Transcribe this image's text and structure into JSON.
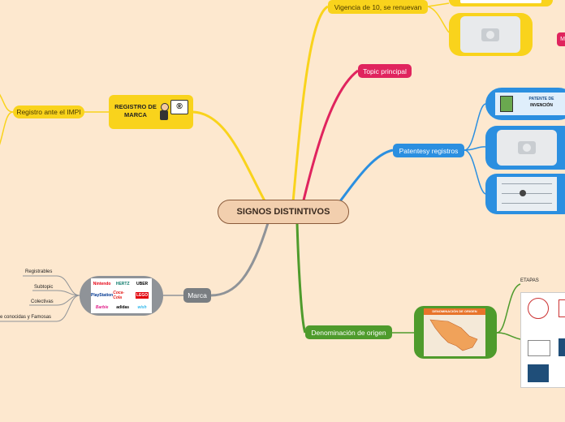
{
  "central": {
    "label": "SIGNOS DISTINTIVOS"
  },
  "topics": {
    "vigencia": "Vigencia de 10, se renuevan",
    "topic_principal": "Topic principal",
    "patentes": "Patentesy registros",
    "denominacion": "Denominación de origen",
    "marca": "Marca",
    "registro_impi": "Registro ante el IMPI"
  },
  "registro_card": {
    "text_line1": "REGISTRO DE",
    "text_line2": "MARCA",
    "symbol": "®"
  },
  "patente_card": {
    "line1": "PATENTE DE",
    "line2": "INVENCIÓN"
  },
  "marca_leaves": [
    "Registrables",
    "Subtopic",
    "Colectivas",
    "e conocidas y Famosas"
  ],
  "brand_logos": [
    "Nintendo",
    "HERTZ",
    "UBER",
    "PlayStation",
    "Coca-Cola",
    "LEGO",
    "Barbie",
    "adidas",
    "wish"
  ],
  "denominacion_card": {
    "title": "DENOMINACIÓN DE ORIGEN"
  },
  "etapas": {
    "label": "ETAPAS"
  },
  "edge_tab": {
    "label": "M"
  },
  "colors": {
    "background": "#fde8cf",
    "yellow": "#f9d31c",
    "pink": "#e0245e",
    "blue": "#2b8fe0",
    "green": "#4e9b2c",
    "gray": "#7a7e82"
  }
}
